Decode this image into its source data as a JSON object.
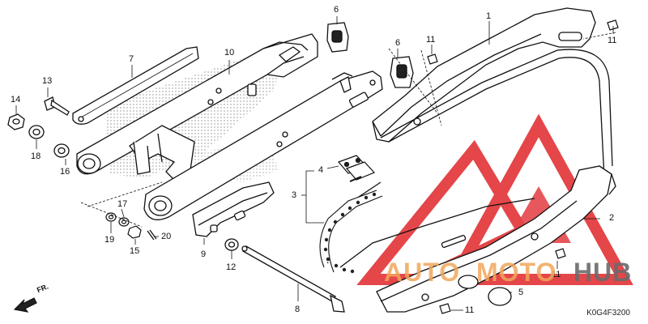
{
  "diagram": {
    "reference_code": "K0G4F3200",
    "direction_label": "FR."
  },
  "callouts": [
    {
      "id": "c1",
      "text": "1"
    },
    {
      "id": "c2",
      "text": "2"
    },
    {
      "id": "c3",
      "text": "3"
    },
    {
      "id": "c4",
      "text": "4"
    },
    {
      "id": "c5",
      "text": "5"
    },
    {
      "id": "c6a",
      "text": "6"
    },
    {
      "id": "c6b",
      "text": "6"
    },
    {
      "id": "c7",
      "text": "7"
    },
    {
      "id": "c8",
      "text": "8"
    },
    {
      "id": "c9",
      "text": "9"
    },
    {
      "id": "c10",
      "text": "10"
    },
    {
      "id": "c11a",
      "text": "11"
    },
    {
      "id": "c11b",
      "text": "11"
    },
    {
      "id": "c11c",
      "text": "11"
    },
    {
      "id": "c11d",
      "text": "11"
    },
    {
      "id": "c12",
      "text": "12"
    },
    {
      "id": "c13",
      "text": "13"
    },
    {
      "id": "c14",
      "text": "14"
    },
    {
      "id": "c15",
      "text": "15"
    },
    {
      "id": "c16",
      "text": "16"
    },
    {
      "id": "c17",
      "text": "17"
    },
    {
      "id": "c18",
      "text": "18"
    },
    {
      "id": "c19",
      "text": "19"
    },
    {
      "id": "c20",
      "text": "20"
    }
  ],
  "watermark": {
    "part1": "AUTO",
    "part2": "MOTO",
    "part3": "HUB",
    "color_orange": "#f2a65a",
    "color_grey": "#6b6b6b",
    "color_red": "#e0262a"
  }
}
